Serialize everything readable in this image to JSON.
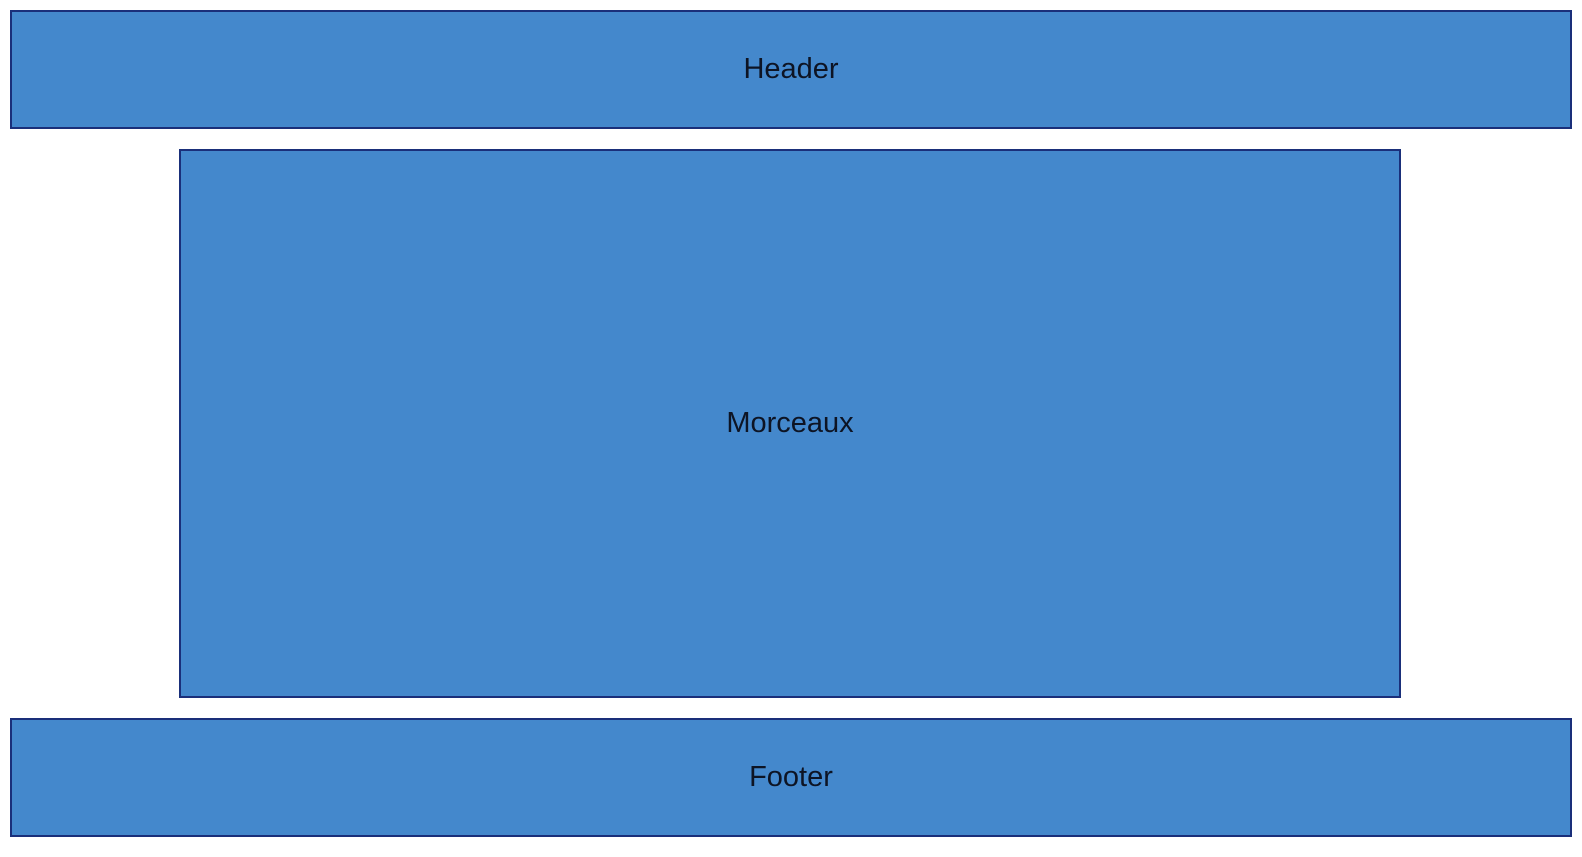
{
  "layout_blocks": {
    "header": {
      "label": "Header"
    },
    "main": {
      "label": "Morceaux"
    },
    "footer": {
      "label": "Footer"
    }
  },
  "colors": {
    "block_fill": "#4488cc",
    "block_border": "#1a2f7a",
    "label_text": "#0d1424",
    "background": "#ffffff"
  }
}
